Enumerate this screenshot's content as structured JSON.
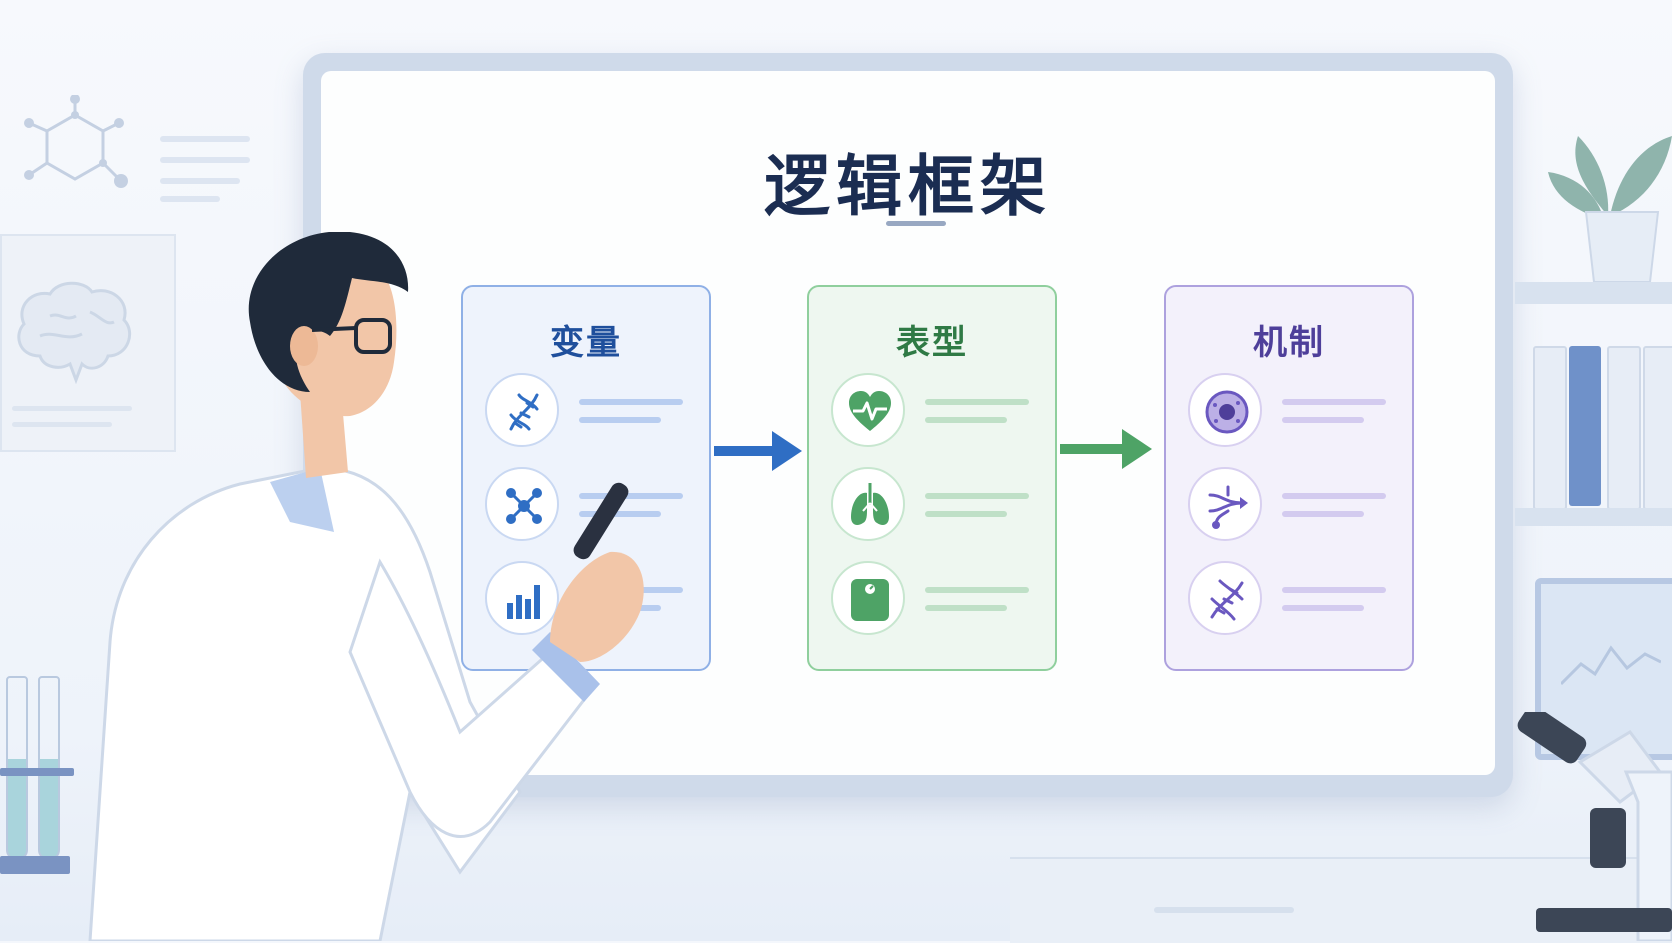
{
  "board": {
    "title": "逻辑框架"
  },
  "cards": [
    {
      "title": "变量",
      "color": "#1f4f9c",
      "icons": [
        "dna-icon",
        "molecule-icon",
        "bar-chart-icon"
      ]
    },
    {
      "title": "表型",
      "color": "#2f7a45",
      "icons": [
        "heart-pulse-icon",
        "lungs-icon",
        "scale-icon"
      ]
    },
    {
      "title": "机制",
      "color": "#4e3f9a",
      "icons": [
        "cell-icon",
        "pathway-arrows-icon",
        "dna-icon"
      ]
    }
  ],
  "colors": {
    "blue_accent": "#2f6ec4",
    "green_accent": "#4ea366",
    "purple_accent": "#6a58c0",
    "title_navy": "#1b2d52"
  }
}
